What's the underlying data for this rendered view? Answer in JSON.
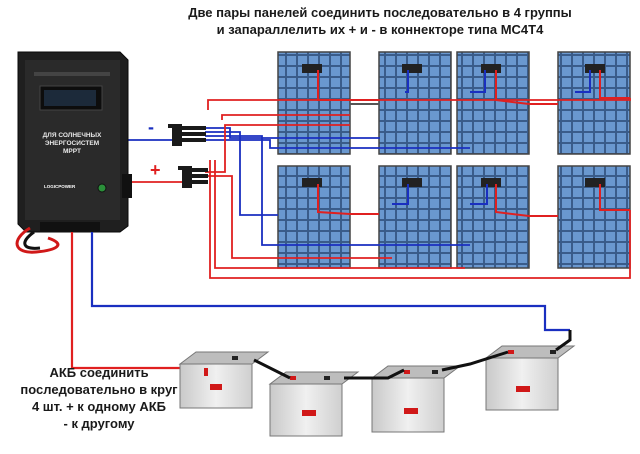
{
  "title": {
    "line1": "Две пары панелей соединить последовательно в 4 группы",
    "line2": "и запараллелить их + и - в коннекторе типа MC4T4"
  },
  "battery_note": {
    "line1": "АКБ соединить",
    "line2": "последовательно в круг",
    "line3": "4 шт. + к одному АКБ",
    "line4": "- к другому"
  },
  "connector_labels": {
    "minus": "-",
    "plus": "+"
  },
  "inverter": {
    "line1": "ДЛЯ СОЛНЕЧНЫХ",
    "line2": "ЭНЕРГОСИСТЕМ",
    "line3": "MPPT",
    "brand": "LOGICPOWER"
  },
  "colors": {
    "red_wire": "#e02020",
    "blue_wire": "#1a2fc0",
    "panel_cell": "#5a88c2",
    "inverter_body": "#1e1e1e",
    "battery_body": "#dcdcdc"
  }
}
